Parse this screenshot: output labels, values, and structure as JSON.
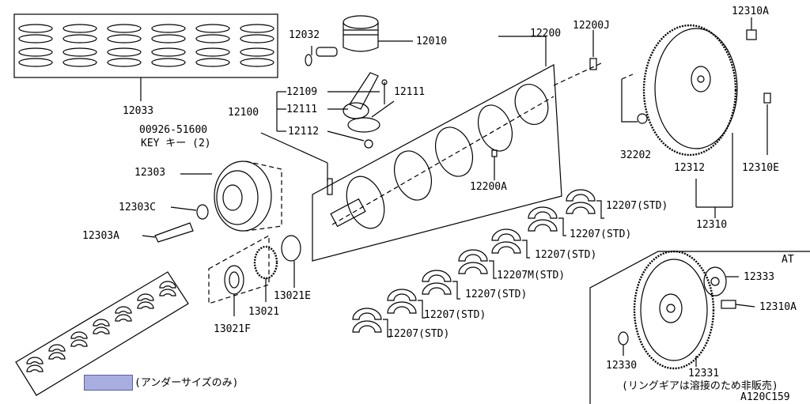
{
  "diagram": {
    "catalog_code": "A120C159",
    "at_section": "AT",
    "note_undersize": "(アンダーサイズのみ)",
    "note_ring_gear": "(リングギアは溶接のため非販売)",
    "key_label": "KEY キー (2)",
    "parts": {
      "p12033": "12033",
      "p12032": "12032",
      "p12010": "12010",
      "p12200": "12200",
      "p12200J": "12200J",
      "p12310A_top": "12310A",
      "p12109": "12109",
      "p12111a": "12111",
      "p12111b": "12111",
      "p12100": "12100",
      "p12112": "12112",
      "p00926": "00926-51600",
      "p12303": "12303",
      "p12303C": "12303C",
      "p12303A": "12303A",
      "p12200A": "12200A",
      "p32202": "32202",
      "p12312": "12312",
      "p12310E": "12310E",
      "p12310": "12310",
      "p12207_1": "12207(STD)",
      "p12207_2": "12207(STD)",
      "p12207_3": "12207(STD)",
      "p12207M": "12207M(STD)",
      "p12207_4": "12207(STD)",
      "p12207_5": "12207(STD)",
      "p12207_6": "12207(STD)",
      "p13021": "13021",
      "p13021E": "13021E",
      "p13021F": "13021F",
      "p12333": "12333",
      "p12310A_bot": "12310A",
      "p12330": "12330",
      "p12331": "12331"
    }
  }
}
